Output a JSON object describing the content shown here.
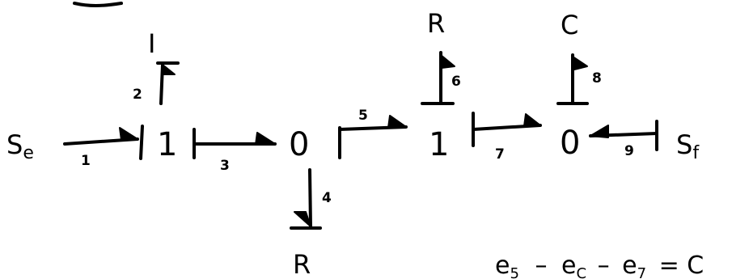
{
  "diagram": {
    "elements": {
      "se": {
        "base": "S",
        "sub": "e"
      },
      "sf": {
        "base": "S",
        "sub": "f"
      },
      "i_top": "I",
      "r_top": "R",
      "c_top": "C",
      "r_bottom": "R"
    },
    "junctions": {
      "j1": "1",
      "j2": "0",
      "j3": "1",
      "j4": "0"
    },
    "bonds": {
      "b1": "1",
      "b2": "2",
      "b3": "3",
      "b4": "4",
      "b5": "5",
      "b6": "6",
      "b7": "7",
      "b8": "8",
      "b9": "9"
    },
    "equation": {
      "e5": {
        "base": "e",
        "sub": "5"
      },
      "m1": "–",
      "ec": {
        "base": "e",
        "sub": "C"
      },
      "m2": "–",
      "e7": {
        "base": "e",
        "sub": "7"
      },
      "eq": "= C"
    }
  }
}
